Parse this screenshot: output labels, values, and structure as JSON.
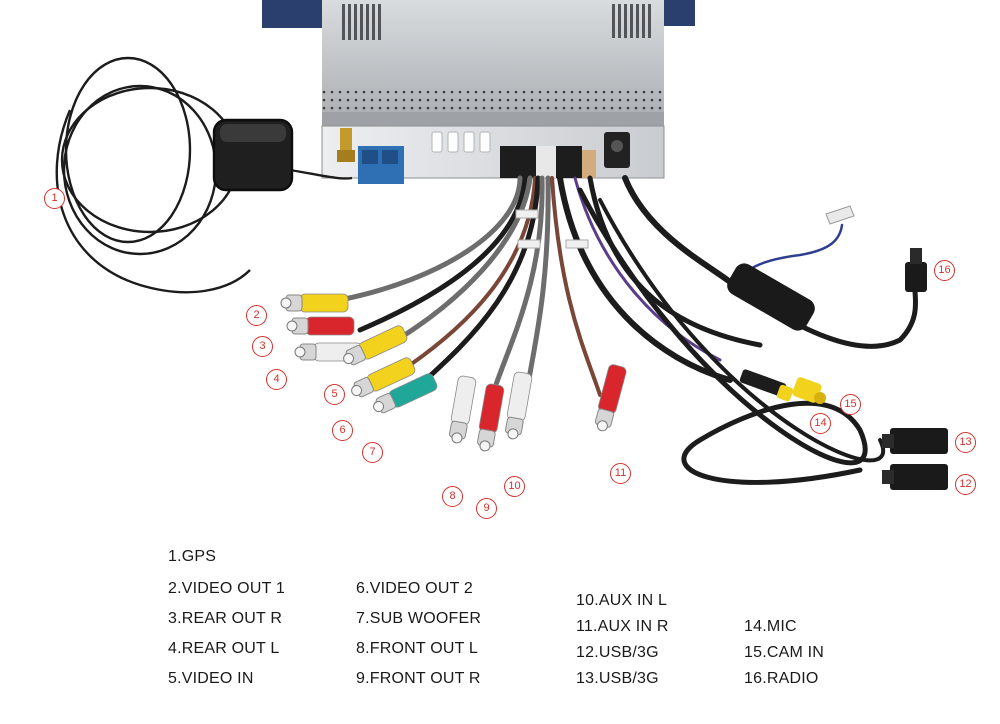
{
  "callouts": [
    "1",
    "2",
    "3",
    "4",
    "5",
    "6",
    "7",
    "8",
    "9",
    "10",
    "11",
    "12",
    "13",
    "14",
    "15",
    "16"
  ],
  "legend": [
    "1.GPS",
    "2.VIDEO OUT 1",
    "3.REAR OUT R",
    "4.REAR OUT L",
    "5.VIDEO IN",
    "6.VIDEO OUT 2",
    "7.SUB WOOFER",
    "8.FRONT OUT L",
    "9.FRONT OUT R",
    "10.AUX IN L",
    "11.AUX IN R",
    "12.USB/3G",
    "13.USB/3G",
    "14.MIC",
    "15.CAM IN",
    "16.RADIO"
  ],
  "colors": {
    "callout": "#d2322d",
    "rca_yellow": "#f2d21c",
    "rca_red": "#d8262c",
    "rca_white": "#eeeeee",
    "rca_teal": "#1fa89a",
    "cable_black": "#1c1c1c",
    "cable_grey": "#6d6d6d",
    "cable_brown": "#7a4638",
    "wire_blue": "#2e3f8f",
    "wire_purple": "#5b3d8a",
    "chassis": "#c8cbcf"
  },
  "icons": [
    "gps-antenna-icon",
    "rca-connector-icon",
    "usb-connector-icon",
    "radio-antenna-connector-icon",
    "microphone-jack-icon"
  ]
}
